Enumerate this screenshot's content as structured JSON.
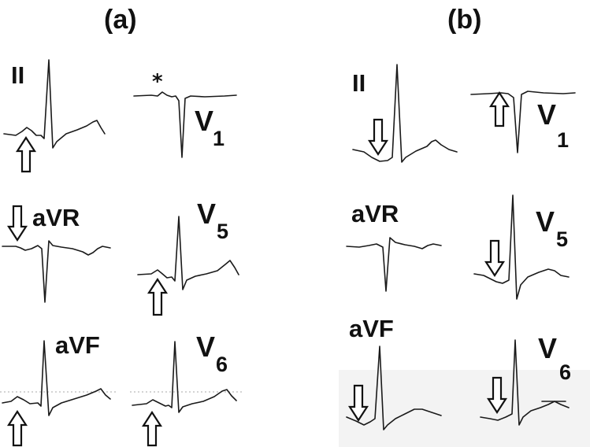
{
  "panels": {
    "a": {
      "label": "(a)"
    },
    "b": {
      "label": "(b)"
    }
  },
  "leads": {
    "II": "II",
    "aVR": "aVR",
    "aVF": "aVF",
    "V": "V",
    "sub1": "1",
    "sub5": "5",
    "sub6": "6"
  },
  "annotations": {
    "star": "*"
  }
}
